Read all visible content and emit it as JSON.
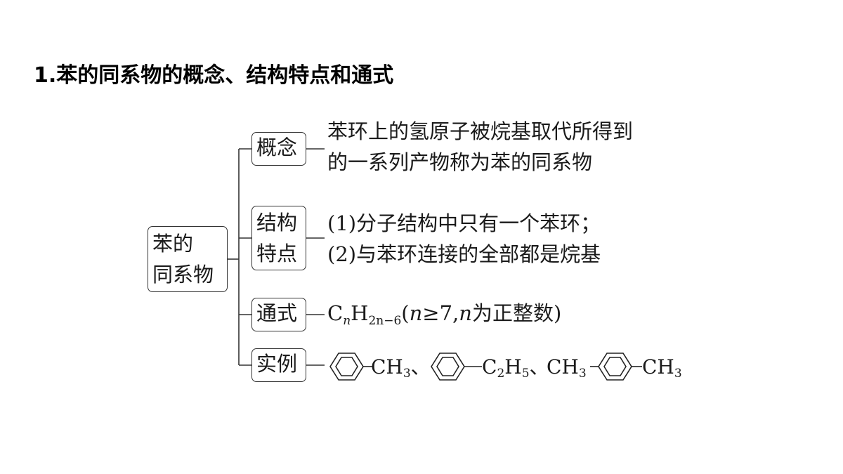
{
  "title": "1.苯的同系物的概念、结构特点和通式",
  "root": {
    "line1": "苯的",
    "line2": "同系物"
  },
  "branches": [
    {
      "label": "概念",
      "lines": [
        "苯环上的氢原子被烷基取代所得到",
        "的一系列产物称为苯的同系物"
      ]
    },
    {
      "label_line1": "结构",
      "label_line2": "特点",
      "lines": [
        "(1)分子结构中只有一个苯环；",
        "(2)与苯环连接的全部都是烷基"
      ]
    },
    {
      "label": "通式",
      "formula": {
        "c": "C",
        "n": "n",
        "h": "H",
        "sub": "2n−6",
        "cond_open": "(",
        "cond_n1": "n",
        "cond_mid": "≥7,",
        "cond_n2": "n",
        "cond_rest": "为正整数)"
      }
    },
    {
      "label": "实例",
      "examples": {
        "ex1": "CH",
        "ex1_sub": "3",
        "sep1": "、",
        "ex2a": "C",
        "ex2a_sub": "2",
        "ex2b": "H",
        "ex2b_sub": "5",
        "sep2": "、",
        "ex3_left": "CH",
        "ex3_left_sub": "3",
        "ex3_right": "CH",
        "ex3_right_sub": "3"
      }
    }
  ]
}
